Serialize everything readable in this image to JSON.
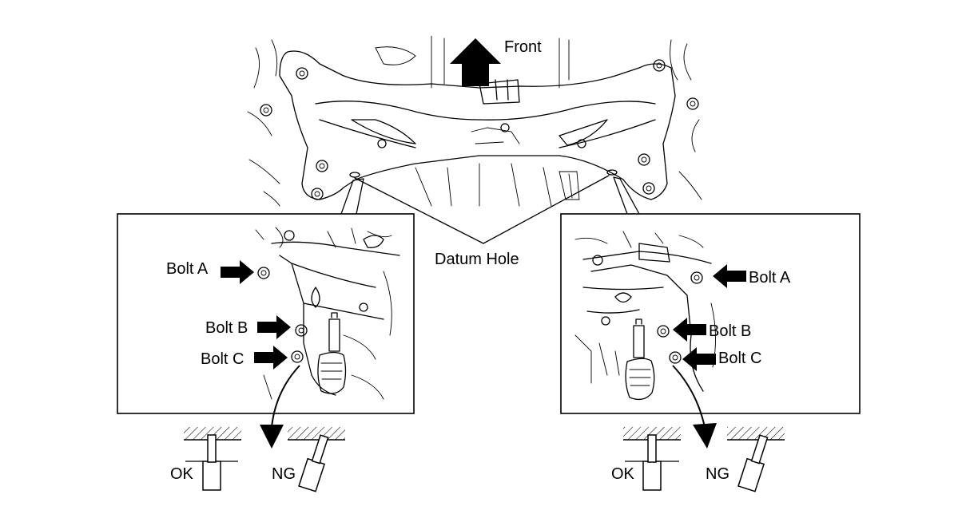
{
  "labels": {
    "front": "Front",
    "datum_hole": "Datum Hole",
    "left_inset": {
      "bolt_a": "Bolt A",
      "bolt_b": "Bolt B",
      "bolt_c": "Bolt C"
    },
    "right_inset": {
      "bolt_a": "Bolt A",
      "bolt_b": "Bolt B",
      "bolt_c": "Bolt C"
    },
    "left_result": {
      "ok": "OK",
      "ng": "NG"
    },
    "right_result": {
      "ok": "OK",
      "ng": "NG"
    }
  },
  "colors": {
    "ink": "#000000",
    "background": "#ffffff"
  },
  "icons": [
    "front-arrow-icon",
    "bolt-pointer-arrow-icon",
    "curved-arrow-icon",
    "pin-icon",
    "hand-icon"
  ]
}
